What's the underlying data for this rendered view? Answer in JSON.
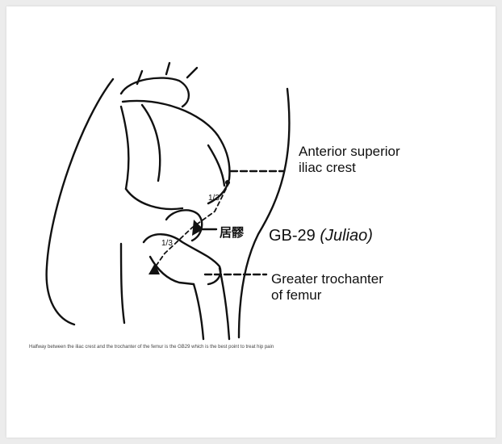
{
  "labels": {
    "anterior_superior_line1": "Anterior superior",
    "anterior_superior_line2": "iliac crest",
    "point_name": "GB-29",
    "point_pinyin": "(Juliao)",
    "chinese_name": "居髎",
    "greater_trochanter_line1": "Greater trochanter",
    "greater_trochanter_line2": "of femur",
    "third_upper": "1/3",
    "third_lower": "1/3"
  },
  "caption": "Halfway between the iliac crest and the trochanter of the femur is the GB29 which is the best point to treat hip pain",
  "colors": {
    "background": "#ececec",
    "card": "#ffffff",
    "ink": "#111111"
  }
}
